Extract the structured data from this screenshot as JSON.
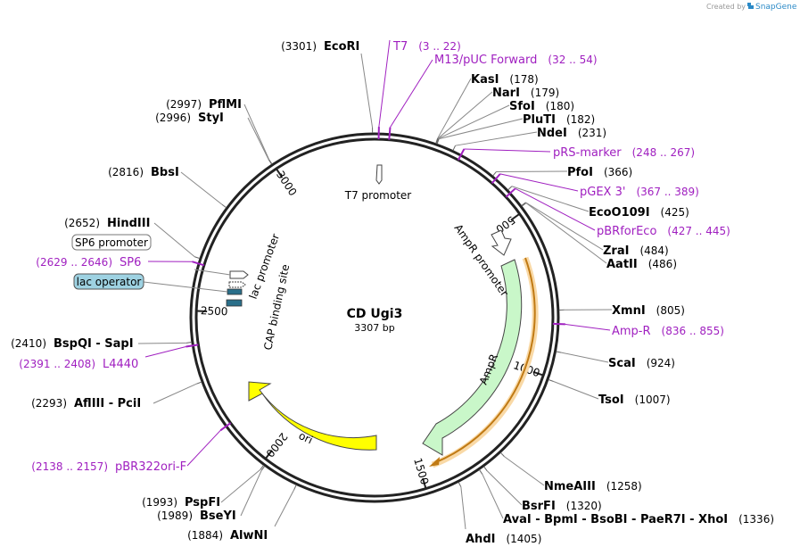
{
  "plasmid": {
    "name": "CD Ugi3",
    "size_label": "3307 bp",
    "length": 3307
  },
  "credit": {
    "prefix": "Created by",
    "brand": "SnapGene"
  },
  "colors": {
    "primer": "#a020c0",
    "ampr": "#c9f7c9",
    "ori": "#ffff00",
    "lacop": "#2a6f8a",
    "highlight": "#f5a623"
  },
  "ticks": [
    {
      "label": "500",
      "bp": 500
    },
    {
      "label": "1000",
      "bp": 1000
    },
    {
      "label": "1500",
      "bp": 1500
    },
    {
      "label": "2000",
      "bp": 2000
    },
    {
      "label": "2500",
      "bp": 2500
    },
    {
      "label": "3000",
      "bp": 3000
    }
  ],
  "enzymes": [
    {
      "name": "EcoRI",
      "pos": "(3301)",
      "bp": 3301
    },
    {
      "name": "KasI",
      "pos": "(178)",
      "bp": 178
    },
    {
      "name": "NarI",
      "pos": "(179)",
      "bp": 179
    },
    {
      "name": "SfoI",
      "pos": "(180)",
      "bp": 180
    },
    {
      "name": "PluTI",
      "pos": "(182)",
      "bp": 182
    },
    {
      "name": "NdeI",
      "pos": "(231)",
      "bp": 231
    },
    {
      "name": "PfoI",
      "pos": "(366)",
      "bp": 366
    },
    {
      "name": "EcoO109I",
      "pos": "(425)",
      "bp": 425
    },
    {
      "name": "ZraI",
      "pos": "(484)",
      "bp": 484
    },
    {
      "name": "AatII",
      "pos": "(486)",
      "bp": 486
    },
    {
      "name": "XmnI",
      "pos": "(805)",
      "bp": 805
    },
    {
      "name": "ScaI",
      "pos": "(924)",
      "bp": 924
    },
    {
      "name": "TsoI",
      "pos": "(1007)",
      "bp": 1007
    },
    {
      "name": "NmeAIII",
      "pos": "(1258)",
      "bp": 1258
    },
    {
      "name": "BsrFI",
      "pos": "(1320)",
      "bp": 1320
    },
    {
      "name": "AvaI - BpmI - BsoBI - PaeR7I - XhoI",
      "pos": "(1336)",
      "bp": 1336
    },
    {
      "name": "AhdI",
      "pos": "(1405)",
      "bp": 1405
    },
    {
      "name": "AlwNI",
      "pos": "(1884)",
      "bp": 1884
    },
    {
      "name": "BseYI",
      "pos": "(1989)",
      "bp": 1989
    },
    {
      "name": "PspFI",
      "pos": "(1993)",
      "bp": 1993
    },
    {
      "name": "AflIII - PciI",
      "pos": "(2293)",
      "bp": 2293
    },
    {
      "name": "BspQI - SapI",
      "pos": "(2410)",
      "bp": 2410
    },
    {
      "name": "HindIII",
      "pos": "(2652)",
      "bp": 2652
    },
    {
      "name": "BbsI",
      "pos": "(2816)",
      "bp": 2816
    },
    {
      "name": "StyI",
      "pos": "(2996)",
      "bp": 2996
    },
    {
      "name": "PflMI",
      "pos": "(2997)",
      "bp": 2997
    }
  ],
  "primers": [
    {
      "name": "T7",
      "pos": "(3 .. 22)",
      "bp": 12
    },
    {
      "name": "M13/pUC Forward",
      "pos": "(32 .. 54)",
      "bp": 43
    },
    {
      "name": "pRS-marker",
      "pos": "(248 .. 267)",
      "bp": 257
    },
    {
      "name": "pGEX 3'",
      "pos": "(367 .. 389)",
      "bp": 378
    },
    {
      "name": "pBRforEco",
      "pos": "(427 .. 445)",
      "bp": 436
    },
    {
      "name": "Amp-R",
      "pos": "(836 .. 855)",
      "bp": 845
    },
    {
      "name": "L4440",
      "pos": "(2391 .. 2408)",
      "bp": 2400
    },
    {
      "name": "pBR322ori-F",
      "pos": "(2138 .. 2157)",
      "bp": 2148
    },
    {
      "name": "SP6",
      "pos": "(2629 .. 2646)",
      "bp": 2637
    }
  ],
  "features": {
    "t7_promoter": "T7 promoter",
    "ampr_promoter": "AmpR promoter",
    "ampr": "AmpR",
    "ori": "ori",
    "lac_promoter": "lac promoter",
    "cap_site": "CAP binding site",
    "sp6_promoter": "SP6 promoter",
    "lac_operator": "lac operator"
  }
}
